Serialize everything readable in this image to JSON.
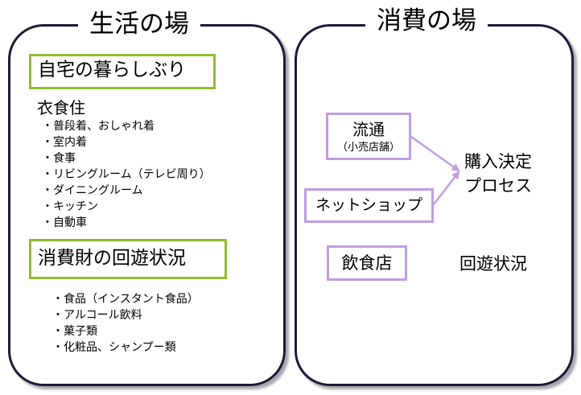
{
  "left_panel": {
    "title": "生活の場",
    "home_box": "自宅の暮らしぶり",
    "clothing_heading": "衣食住",
    "home_items": [
      "普段着、おしゃれ着",
      "室内着",
      "食事",
      "リビングルーム（テレビ周り）",
      "ダイニングルーム",
      "キッチン",
      "自動車"
    ],
    "circulation_box": "消費財の回遊状況",
    "goods_items": [
      "食品（インスタント食品）",
      "アルコール飲料",
      "菓子類",
      "化粧品、シャンプー類"
    ]
  },
  "right_panel": {
    "title": "消費の場",
    "retail_label": "流通",
    "retail_sub": "（小売店舗）",
    "online_shop": "ネットショップ",
    "decision_line1": "購入決定",
    "decision_line2": "プロセス",
    "restaurant": "飲食店",
    "circulation": "回遊状況"
  },
  "colors": {
    "panel_border": "#1c1c3a",
    "green_box_border": "#8fbf2c",
    "purple_box_border": "#bf9ee0"
  }
}
